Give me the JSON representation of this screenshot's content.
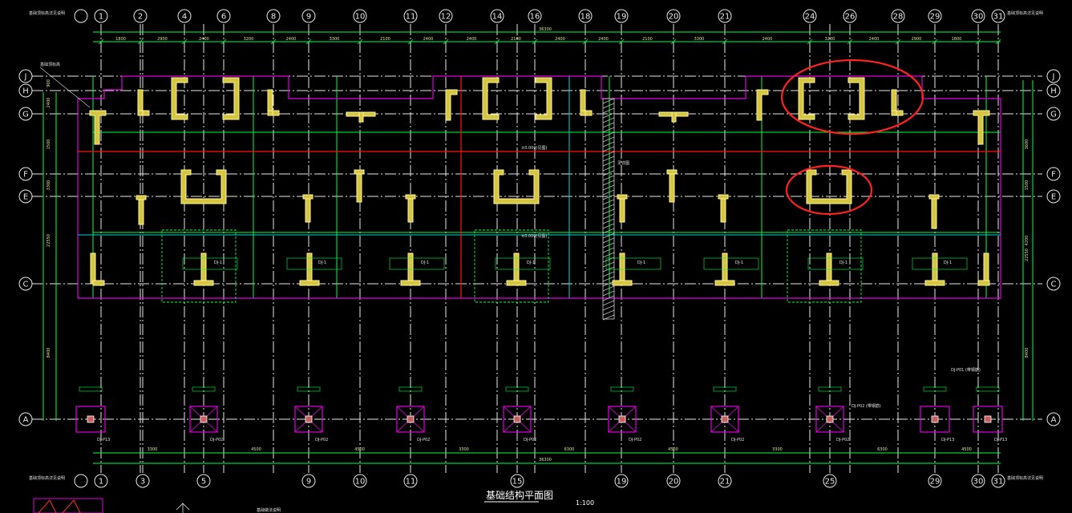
{
  "drawing": {
    "title": "基础结构平面图",
    "scale": "1:100",
    "overall_dimension": "36300",
    "bottom_overall_dimension": "36300"
  },
  "grid": {
    "top_columns": [
      "1",
      "2",
      "4",
      "6",
      "8",
      "9",
      "10",
      "11",
      "12",
      "14",
      "16",
      "18",
      "19",
      "20",
      "21",
      "24",
      "26",
      "28",
      "29",
      "30",
      "31"
    ],
    "bottom_columns": [
      "1",
      "3",
      "5",
      "9",
      "10",
      "11",
      "15",
      "19",
      "20",
      "21",
      "25",
      "29",
      "30",
      "31"
    ],
    "rows_left": [
      "J",
      "H",
      "G",
      "F",
      "E",
      "C",
      "A"
    ],
    "rows_right": [
      "J",
      "H",
      "G",
      "F",
      "E",
      "C",
      "A"
    ]
  },
  "top_spans": [
    "1800",
    "2900",
    "2400",
    "3200",
    "2400",
    "3300",
    "2100",
    "2400",
    "2400",
    "2100",
    "2400",
    "2400",
    "2100",
    "3300",
    "2400",
    "3200",
    "2400",
    "2900",
    "1800"
  ],
  "bottom_spans": [
    "3300",
    "4500",
    "4500",
    "3300",
    "6300",
    "4500",
    "3300",
    "6300",
    "4500",
    "3300"
  ],
  "left_row_dims": [
    "900",
    "2400",
    "1500",
    "3300",
    "22550",
    "8400"
  ],
  "right_row_dims": [
    "3600",
    "1500",
    "4200",
    "22550",
    "8400"
  ],
  "pile_labels": [
    "DJ-P13",
    "DJ-P02",
    "DJ-P02",
    "DJ-P02",
    "DJ-P02",
    "DJ-P02",
    "DJ-P02",
    "DJ-P02",
    "DJ-P13",
    "DJ-P13"
  ],
  "pile_notes": [
    "DJ-P02 (带钢筋)",
    "DJ-P01 (带钢筋)"
  ],
  "footing_labels": [
    "DJ-1",
    "DJ-1",
    "DJ-1",
    "DJ-1",
    "DJ-1",
    "DJ-1",
    "DJ-1",
    "DJ-1"
  ],
  "annotations": {
    "red_text": "±0.000(见图)",
    "cyan_text": "±0.000(见图)",
    "magenta_text": "见详图",
    "left_note": "基础顶标高",
    "section_note": "基础做法说明",
    "corner_note_left_top": "基础顶标高详见说明",
    "corner_note_right_top": "基础顶标高详见说明",
    "corner_note_left_bottom": "基础顶标高详见说明",
    "corner_note_right_bottom": "基础顶标高详见说明"
  },
  "colors": {
    "background": "#000000",
    "grid_lines": "#00ff3c",
    "walls": "#d4c640",
    "outline": "#e000e0",
    "cyan": "#00d7d7",
    "highlight": "#ff2020"
  }
}
